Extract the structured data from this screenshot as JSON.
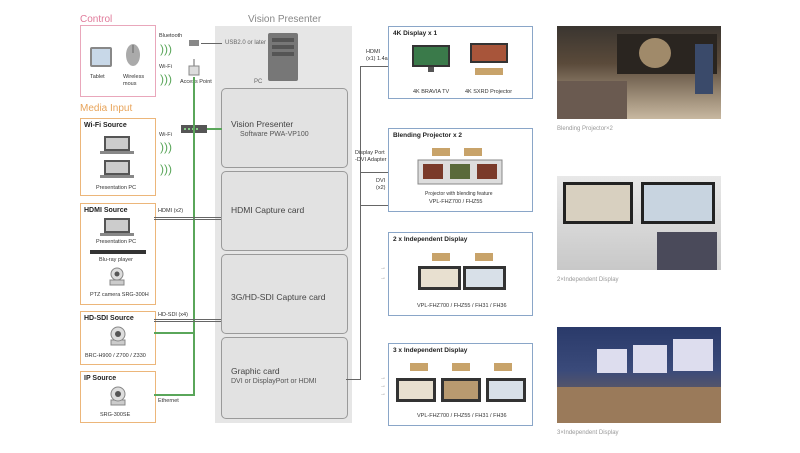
{
  "sections": {
    "control": "Control",
    "media_input": "Media Input",
    "vision_presenter": "Vision Presenter"
  },
  "control": {
    "tablet": "Tablet",
    "mouse": "Wireless\nmous",
    "bluetooth": "Bluetooth",
    "wifi": "Wi-Fi",
    "access_point": "Access Point"
  },
  "pc": {
    "usb": "USB2.0 or later",
    "label": "PC"
  },
  "cards": [
    {
      "title": "Vision Presenter",
      "sub": "Software PWA-VP100"
    },
    {
      "title": "HDMI Capture card",
      "sub": ""
    },
    {
      "title": "3G/HD-SDI Capture card",
      "sub": ""
    },
    {
      "title": "Graphic card",
      "sub": "DVI or DisplayPort or HDMI"
    }
  ],
  "sources": {
    "wifi": {
      "title": "Wi-Fi Source",
      "item": "Presentation PC",
      "link": "Wi-Fi"
    },
    "hdmi": {
      "title": "HDMI Source",
      "pc": "Presentation PC",
      "bluray": "Blu-ray player",
      "ptz": "PTZ camera SRG-300H",
      "link": "HDMI (x2)"
    },
    "hdsdi": {
      "title": "HD-SDI Source",
      "item": "BRC-H900 / Z700 / Z330",
      "link": "HD-SDI (x4)"
    },
    "ip": {
      "title": "IP Source",
      "item": "SRG-300SE",
      "link": "Ethernet"
    }
  },
  "outputs": {
    "hdmi_link": "HDMI\n(x1) 1.4a",
    "dp_link": "Display Port\n-DVI Adapter",
    "dvi_link": "DVI\n(x2)",
    "display4k": {
      "title": "4K Display x 1",
      "tv": "4K BRAVIA TV",
      "proj": "4K SXRD Projector"
    },
    "blending": {
      "title": "Blending Projector x 2",
      "sub1": "Projector with blending feature",
      "sub2": "VPL-FHZ700 / FHZ55"
    },
    "indep2": {
      "title": "2 x Independent Display",
      "sub": "VPL-FHZ700 / FHZ55 / FH31 / FH36"
    },
    "indep3": {
      "title": "3 x Independent Display",
      "sub": "VPL-FHZ700 / FHZ55 / FH31 / FH36"
    }
  },
  "captions": {
    "blend": "Blending Projector×2",
    "two": "2×Independent Display",
    "three": "3×Independent Display"
  },
  "colors": {
    "pink": "#e07a9a",
    "orange": "#e8a45a",
    "green_link": "#5aa65a",
    "blue_box": "#8aa6c8"
  }
}
